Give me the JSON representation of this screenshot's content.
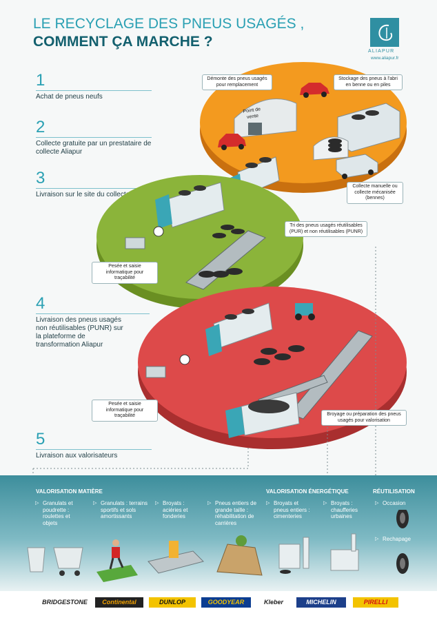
{
  "title": {
    "line1": "LE RECYCLAGE DES PNEUS USAGÉS ,",
    "line2": "COMMENT ÇA MARCHE ?"
  },
  "logo": {
    "name": "ALIAPUR",
    "url": "www.aliapur.fr"
  },
  "steps": [
    {
      "num": "1",
      "text": "Achat de pneus neufs"
    },
    {
      "num": "2",
      "text": "Collecte gratuite par un prestataire de collecte Aliapur"
    },
    {
      "num": "3",
      "text": "Livraison sur le site du collecteur"
    },
    {
      "num": "4",
      "text": "Livraison des pneus usagés non réutilisables (PUNR) sur la plateforme de transformation Aliapur"
    },
    {
      "num": "5",
      "text": "Livraison aux valorisateurs"
    }
  ],
  "callouts": {
    "demonte": "Démonte des pneus usagés pour remplacement",
    "stockage": "Stockage des pneus à l'abri en benne ou en piles",
    "point_vente": "Point de vente",
    "collecte": "Collecte manuelle ou collecte mécanisée (bennes)",
    "tri": "Tri des pneus usagés réutilisables (PUR) et non réutilisables (PUNR)",
    "pesee1": "Pesée et saisie informatique pour traçabilité",
    "pesee2": "Pesée et saisie informatique pour traçabilité",
    "broyage": "Broyage ou préparation des pneus usagés pour valorisation"
  },
  "categories": {
    "matiere": "VALORISATION MATIÈRE",
    "energetique": "VALORISATION ÉNERGÉTIQUE",
    "reutilisation": "RÉUTILISATION"
  },
  "items": [
    {
      "text": "Granulats et poudrette : roulettes et objets"
    },
    {
      "text": "Granulats : terrains sportifs et sols amortissants"
    },
    {
      "text": "Broyats : aciéries et fonderies"
    },
    {
      "text": "Pneus entiers de grande taille : réhabilitation de carrières"
    },
    {
      "text": "Broyats et pneus entiers : cimenteries"
    },
    {
      "text": "Broyats : chaufferies urbaines"
    },
    {
      "text": "Occasion"
    },
    {
      "text": "Rechapage"
    }
  ],
  "brands": [
    "BRIDGESTONE",
    "Continental",
    "DUNLOP",
    "GOODYEAR",
    "Kleber",
    "MICHELIN",
    "PIRELLI"
  ],
  "colors": {
    "accent": "#2aa0b3",
    "dark": "#13606e",
    "orange": "#f39a1f",
    "green": "#8bb43a",
    "red": "#dd4a4a"
  }
}
